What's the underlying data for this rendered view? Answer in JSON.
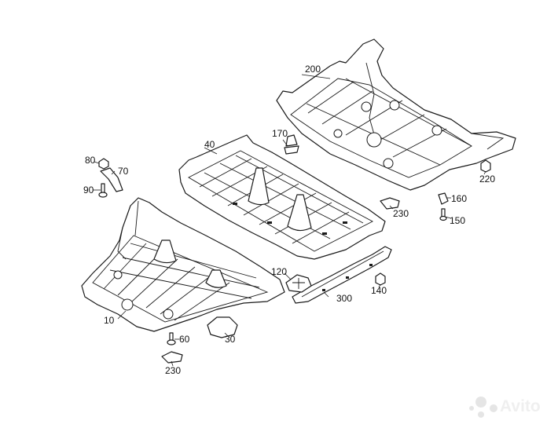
{
  "callouts": {
    "c200": "200",
    "c170": "170",
    "c40": "40",
    "c80": "80",
    "c70": "70",
    "c90": "90",
    "c220": "220",
    "c160": "160",
    "c150": "150",
    "c230a": "230",
    "c120": "120",
    "c300": "300",
    "c140": "140",
    "c10": "10",
    "c60": "60",
    "c30": "30",
    "c230b": "230"
  },
  "watermark": {
    "text": "Avito"
  }
}
